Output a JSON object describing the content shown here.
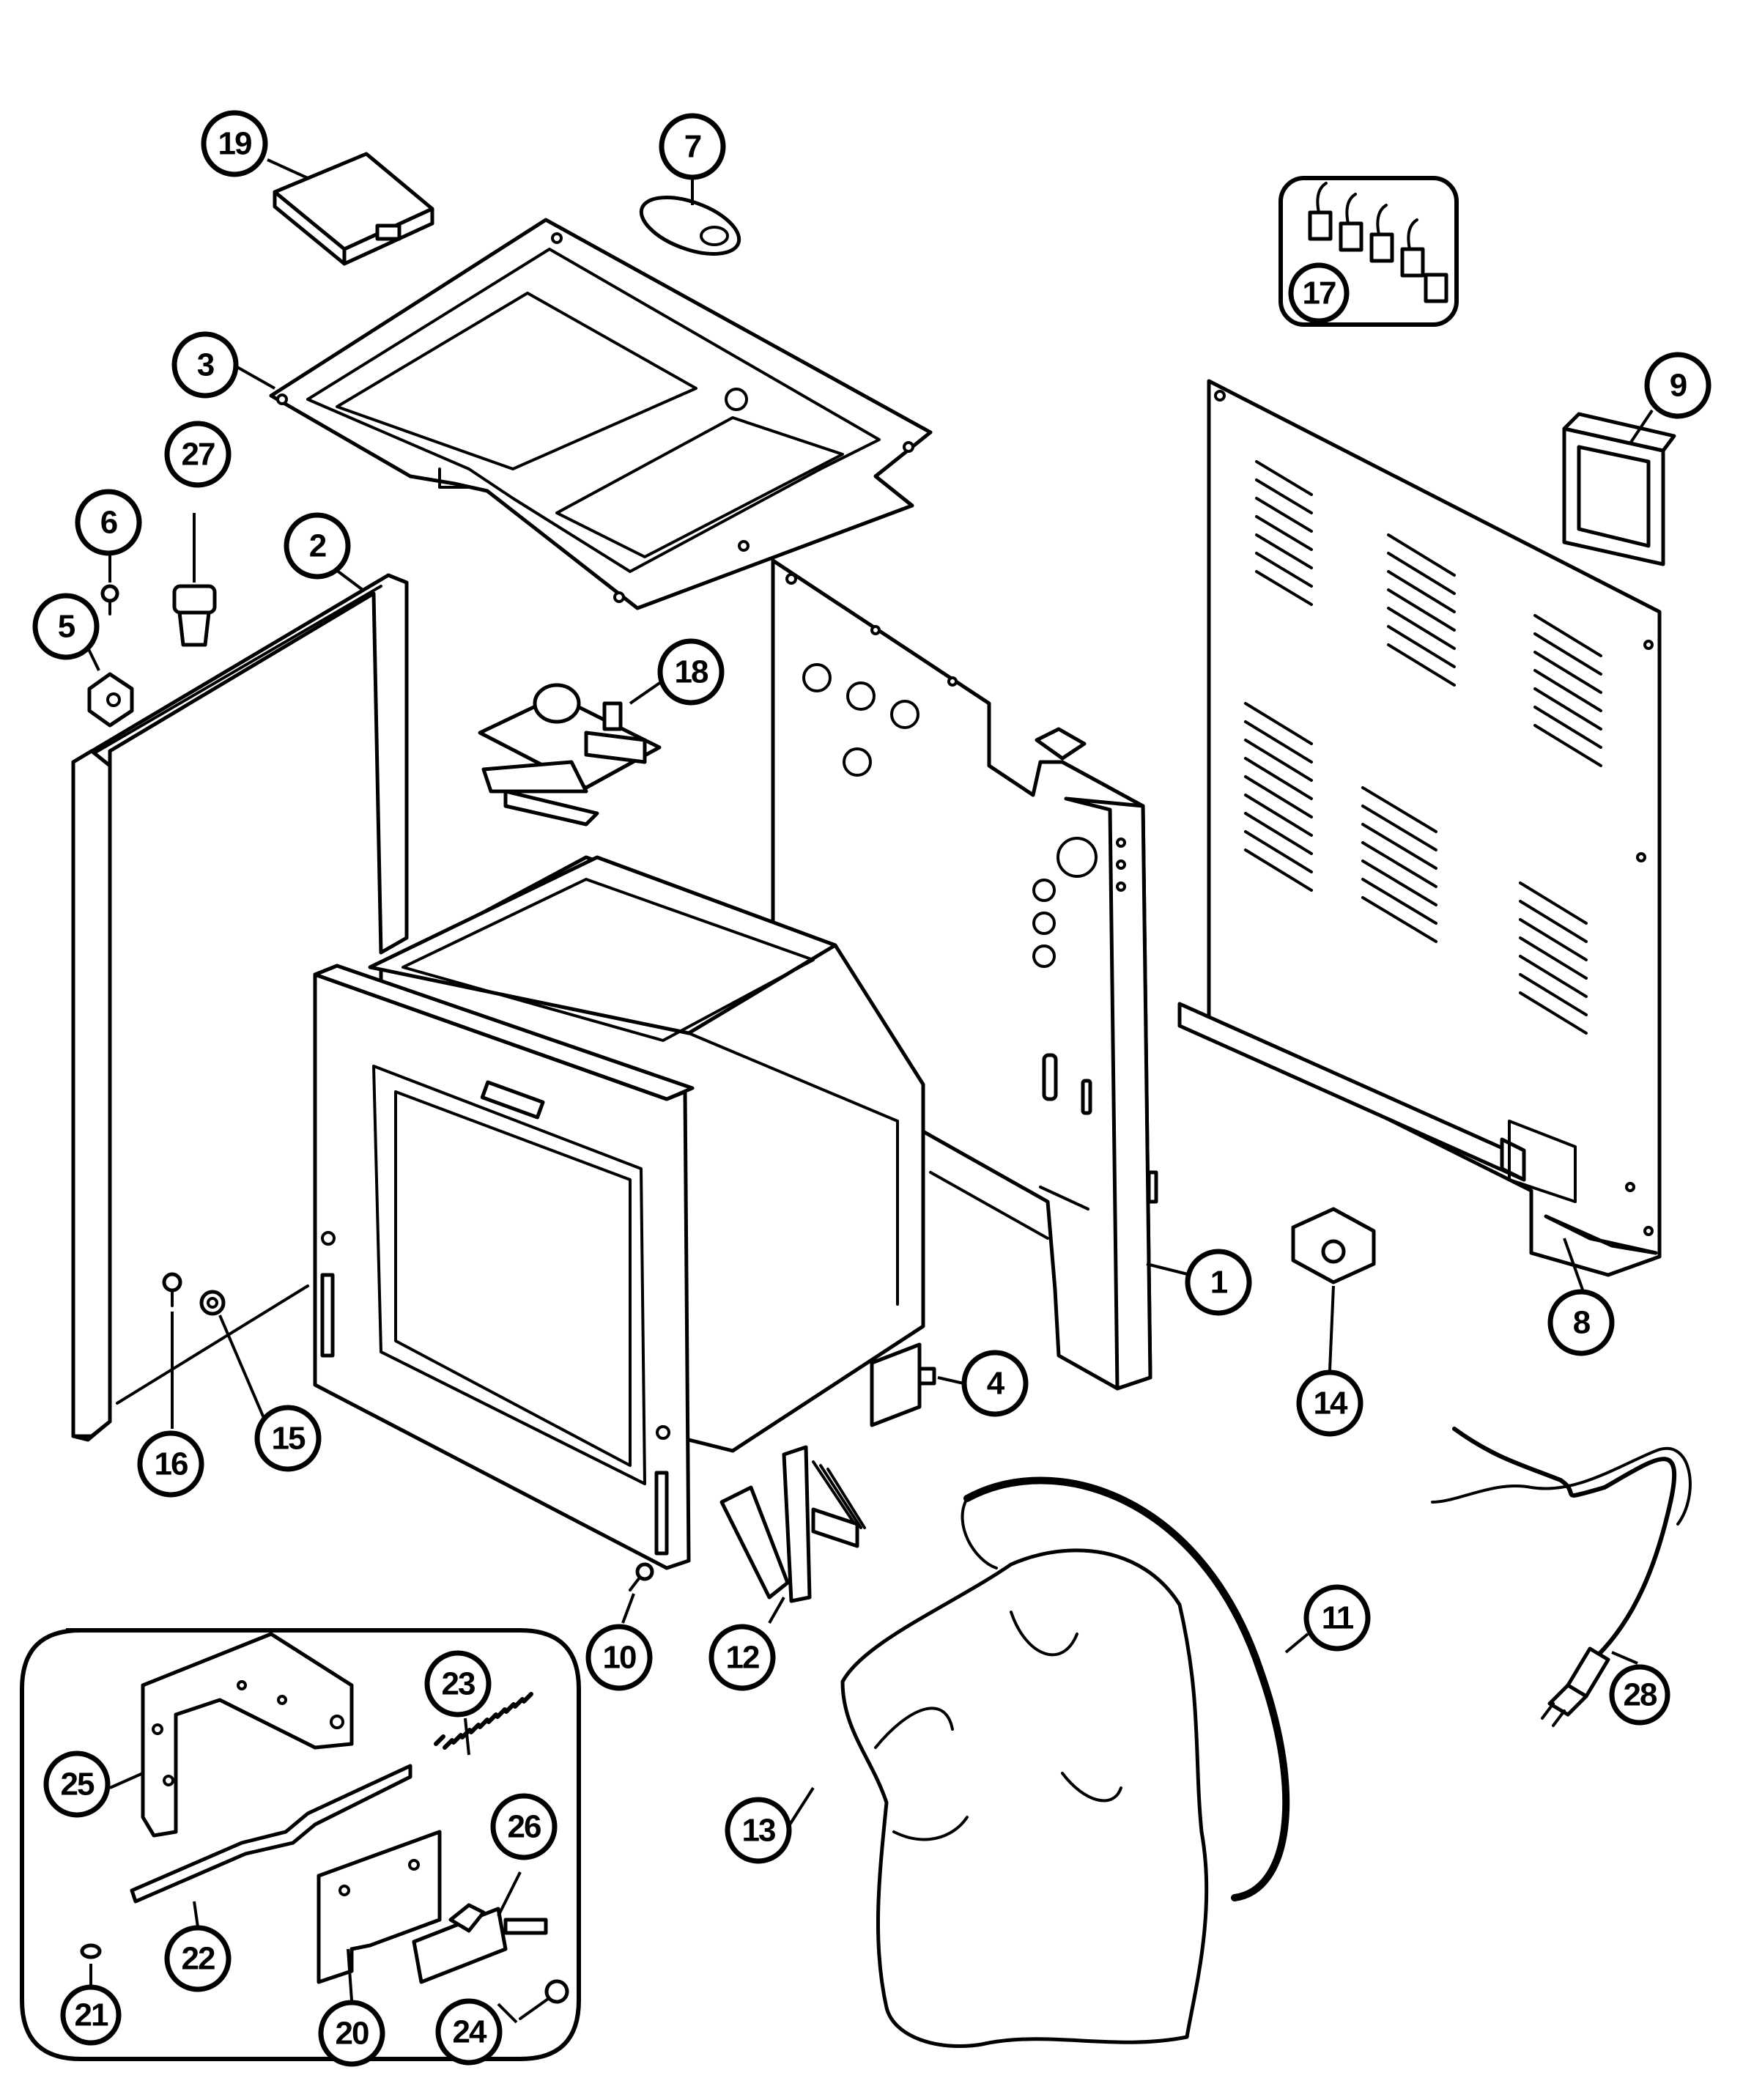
{
  "callouts": [
    {
      "id": "1",
      "label": "1"
    },
    {
      "id": "2",
      "label": "2"
    },
    {
      "id": "3",
      "label": "3"
    },
    {
      "id": "4",
      "label": "4"
    },
    {
      "id": "5",
      "label": "5"
    },
    {
      "id": "6",
      "label": "6"
    },
    {
      "id": "7",
      "label": "7"
    },
    {
      "id": "8",
      "label": "8"
    },
    {
      "id": "9",
      "label": "9"
    },
    {
      "id": "10",
      "label": "10"
    },
    {
      "id": "11",
      "label": "11"
    },
    {
      "id": "12",
      "label": "12"
    },
    {
      "id": "13",
      "label": "13"
    },
    {
      "id": "14",
      "label": "14"
    },
    {
      "id": "15",
      "label": "15"
    },
    {
      "id": "16",
      "label": "16"
    },
    {
      "id": "17",
      "label": "17"
    },
    {
      "id": "18",
      "label": "18"
    },
    {
      "id": "19",
      "label": "19"
    },
    {
      "id": "20",
      "label": "20"
    },
    {
      "id": "21",
      "label": "21"
    },
    {
      "id": "22",
      "label": "22"
    },
    {
      "id": "23",
      "label": "23"
    },
    {
      "id": "24",
      "label": "24"
    },
    {
      "id": "25",
      "label": "25"
    },
    {
      "id": "26",
      "label": "26"
    },
    {
      "id": "27",
      "label": "27"
    },
    {
      "id": "28",
      "label": "28"
    }
  ]
}
